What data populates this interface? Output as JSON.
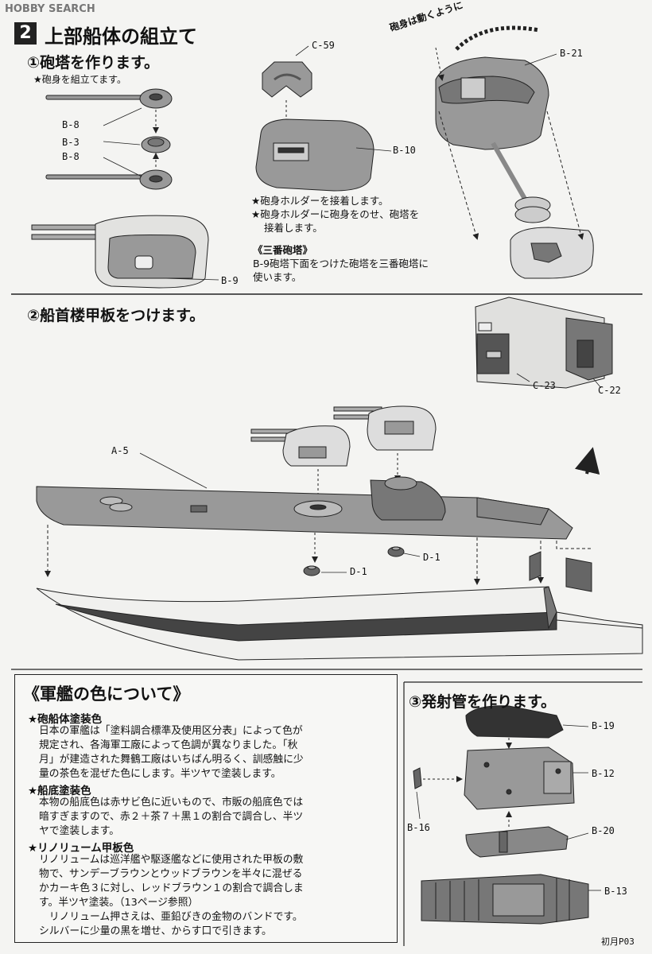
{
  "watermark": "HOBBY SEARCH",
  "section": {
    "number": "2",
    "title": "上部船体の組立て"
  },
  "step1": {
    "title": "①砲塔を作ります。",
    "note_barrel": "★砲身を組立てます。",
    "parts": {
      "b8a": "B-8",
      "b3": "B-3",
      "b8b": "B-8",
      "b9": "B-9",
      "c59": "C-59",
      "b10": "B-10",
      "b21": "B-21"
    },
    "rotate_note": "砲身は動くように",
    "holder_note1": "★砲身ホルダーを接着します。",
    "holder_note2": "★砲身ホルダーに砲身をのせ、砲塔を",
    "holder_note3": "接着します。",
    "turret3_title": "《三番砲塔》",
    "turret3_line1": "B-9砲塔下面をつけた砲塔を三番砲塔に",
    "turret3_line2": "使います。"
  },
  "step2": {
    "title": "②船首楼甲板をつけます。",
    "parts": {
      "c23": "C-23",
      "c22": "C-22",
      "a5": "A-5",
      "d1a": "D-1",
      "d1b": "D-1"
    }
  },
  "colors": {
    "title": "《軍艦の色について》",
    "h1": "★砲船体塗装色",
    "p1": [
      "日本の軍艦は「塗料調合標準及使用区分表」によって色が",
      "規定され、各海軍工廠によって色調が異なりました。「秋",
      "月」が建造された舞鶴工廠はいちばん明るく、訓感触に少",
      "量の茶色を混ぜた色にします。半ツヤで塗装します。"
    ],
    "h2": "★船底塗装色",
    "p2": [
      "本物の船底色は赤サビ色に近いもので、市販の船底色では",
      "暗すぎますので、赤２＋茶７＋黒１の割合で調合し、半ツ",
      "ヤで塗装します。"
    ],
    "h3": "★リノリューム甲板色",
    "p3": [
      "リノリュームは巡洋艦や駆逐艦などに使用された甲板の敷",
      "物で、サンデーブラウンとウッドブラウンを半々に混ぜる",
      "かカーキ色３に対し、レッドブラウン１の割合で調合しま",
      "す。半ツヤ塗装。（13ページ参照）",
      "　リノリューム押さえは、亜鉛びきの金物のバンドです。",
      "シルバーに少量の黒を増せ、からす口で引きます。"
    ]
  },
  "step3": {
    "title": "③発射管を作ります。",
    "parts": {
      "b19": "B-19",
      "b12": "B-12",
      "b16": "B-16",
      "b20": "B-20",
      "b13": "B-13"
    }
  },
  "page_no": "初月P03",
  "palette": {
    "part_gray": "#9a9a98",
    "dark": "#333333",
    "light": "#d8d8d6"
  }
}
